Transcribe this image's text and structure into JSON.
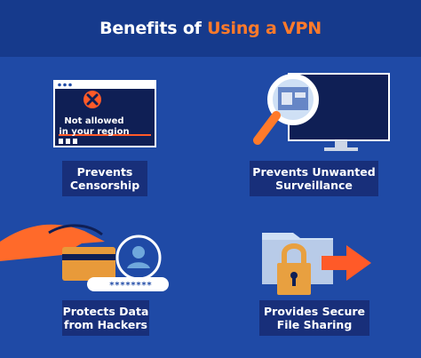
{
  "header": {
    "title_part1": "Benefits of ",
    "title_part2": "Using a VPN"
  },
  "colors": {
    "background": "#1f4aa6",
    "header_bg": "#163a8c",
    "accent": "#ff7a2a",
    "label_bg": "#182f7a"
  },
  "benefits": [
    {
      "line1": "Prevents",
      "line2": "Censorship",
      "icon": "censored-browser-icon"
    },
    {
      "line1": "Prevents Unwanted",
      "line2": "Surveillance",
      "icon": "magnifier-monitor-icon"
    },
    {
      "line1": "Protects Data",
      "line2": "from Hackers",
      "icon": "hacker-hand-card-icon"
    },
    {
      "line1": "Provides Secure",
      "line2": "File Sharing",
      "icon": "locked-folder-icon"
    }
  ],
  "browser": {
    "message_line1": "Not allowed",
    "message_line2": "in your region"
  },
  "card": {
    "pin_text": "********"
  }
}
